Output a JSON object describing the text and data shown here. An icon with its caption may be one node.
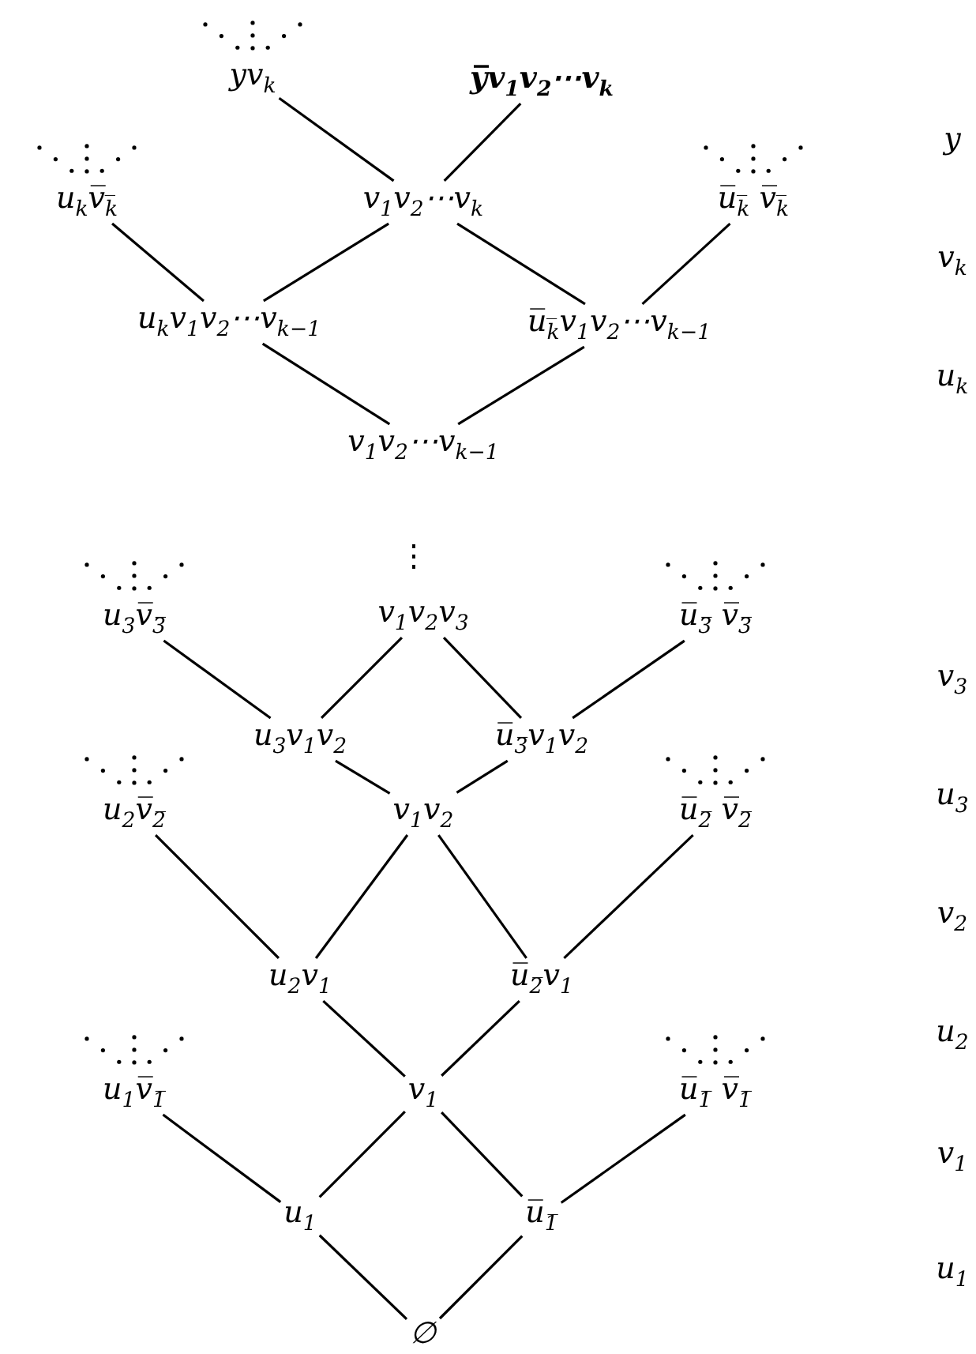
{
  "diagram": {
    "nodes": [
      {
        "text": [
          "yv$_{k}$"
        ]
      },
      {
        "text": [
          "y̅v$_{1}$v$_{2}$⋯v$_{k}$"
        ]
      },
      {
        "text": [
          "u$_{k}$v̅$_{k̅}$"
        ]
      },
      {
        "text": [
          "v$_{1}$v$_{2}$⋯v$_{k}$"
        ]
      },
      {
        "text": [
          "u̅$_{k̅}$ v̅$_{k̅}$"
        ]
      },
      {
        "text": [
          "u$_{k}$v$_{1}$v$_{2}$⋯v$_{k−1}$"
        ]
      },
      {
        "text": [
          "u̅$_{k̅}$v$_{1}$v$_{2}$⋯v$_{k−1}$"
        ]
      },
      {
        "text": [
          "v$_{1}$v$_{2}$⋯v$_{k−1}$"
        ]
      },
      {
        "text": [
          "u$_{3}$v̅$_{3̅}$"
        ]
      },
      {
        "text": [
          "v$_{1}$v$_{2}$v$_{3}$"
        ]
      },
      {
        "text": [
          "u̅$_{3̅}$ v̅$_{3̅}$"
        ]
      },
      {
        "text": [
          "u$_{3}$v$_{1}$v$_{2}$"
        ]
      },
      {
        "text": [
          "u̅$_{3̅}$v$_{1}$v$_{2}$"
        ]
      },
      {
        "text": [
          "u$_{2}$v̅$_{2̅}$"
        ]
      },
      {
        "text": [
          "v$_{1}$v$_{2}$"
        ]
      },
      {
        "text": [
          "u̅$_{2̅}$ v̅$_{2̅}$"
        ]
      },
      {
        "text": [
          "u$_{2}$v$_{1}$"
        ]
      },
      {
        "text": [
          "u̅$_{2̅}$v$_{1}$"
        ]
      },
      {
        "text": [
          "u$_{1}$v̅$_{1̅}$"
        ]
      },
      {
        "text": [
          "v$_{1}$"
        ]
      },
      {
        "text": [
          "u̅$_{1̅}$ v̅$_{1̅}$"
        ]
      },
      {
        "text": [
          "u$_{1}$"
        ]
      },
      {
        "text": [
          "u̅$_{1̅}$"
        ]
      },
      {
        "text": [
          "∅"
        ]
      }
    ],
    "edges": [
      {
        "from": 0,
        "to": 3,
        "arrow": "none"
      },
      {
        "from": 1,
        "to": 3,
        "arrow": "none"
      },
      {
        "from": 2,
        "to": 5,
        "arrow": "none"
      },
      {
        "from": 3,
        "to": 5,
        "arrow": "none"
      },
      {
        "from": 3,
        "to": 6,
        "arrow": "none"
      },
      {
        "from": 4,
        "to": 6,
        "arrow": "none"
      },
      {
        "from": 5,
        "to": 7,
        "arrow": "none"
      },
      {
        "from": 6,
        "to": 7,
        "arrow": "none"
      },
      {
        "from": 8,
        "to": 11,
        "arrow": "none"
      },
      {
        "from": 9,
        "to": 11,
        "arrow": "none"
      },
      {
        "from": 9,
        "to": 12,
        "arrow": "none"
      },
      {
        "from": 10,
        "to": 12,
        "arrow": "none"
      },
      {
        "from": 11,
        "to": 14,
        "arrow": "none"
      },
      {
        "from": 12,
        "to": 14,
        "arrow": "none"
      },
      {
        "from": 13,
        "to": 16,
        "arrow": "none"
      },
      {
        "from": 14,
        "to": 16,
        "arrow": "none"
      },
      {
        "from": 14,
        "to": 17,
        "arrow": "none"
      },
      {
        "from": 15,
        "to": 17,
        "arrow": "none"
      },
      {
        "from": 16,
        "to": 19,
        "arrow": "none"
      },
      {
        "from": 17,
        "to": 19,
        "arrow": "none"
      },
      {
        "from": 18,
        "to": 21,
        "arrow": "none"
      },
      {
        "from": 19,
        "to": 21,
        "arrow": "none"
      },
      {
        "from": 19,
        "to": 22,
        "arrow": "none"
      },
      {
        "from": 20,
        "to": 22,
        "arrow": "none"
      },
      {
        "from": 21,
        "to": 23,
        "arrow": "none"
      },
      {
        "from": 22,
        "to": 23,
        "arrow": "none"
      }
    ],
    "labels": [
      "y",
      "v$_{k}$",
      "u$_{k}$",
      "⋮",
      "v$_{3}$",
      "u$_{3}$",
      "v$_{2}$",
      "u$_{2}$",
      "v$_{1}$",
      "u$_{1}$"
    ]
  }
}
